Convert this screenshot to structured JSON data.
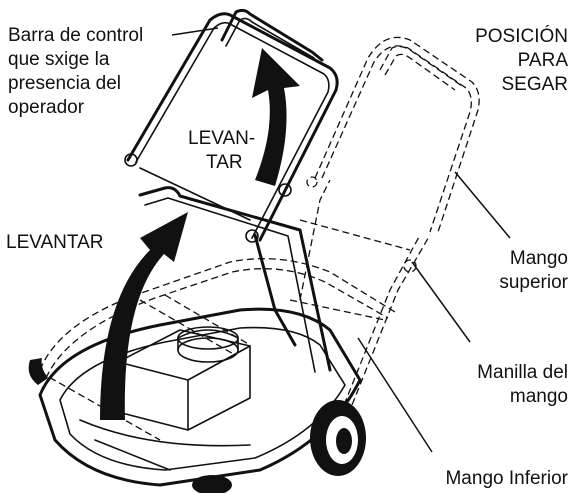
{
  "labels": {
    "control_bar": [
      "Barra de control",
      "que sxige la",
      "presencia del",
      "operador"
    ],
    "mowing_position": [
      "POSICIÓN",
      "PARA",
      "SEGAR"
    ],
    "lift_upper": [
      "LEVAN-",
      "TAR"
    ],
    "lift_left": "LEVANTAR",
    "upper_handle": [
      "Mango",
      "superior"
    ],
    "handle_knob": [
      "Manilla del",
      "mango"
    ],
    "lower_handle": "Mango Inferior"
  },
  "icons": [
    "lift-arrow-icon",
    "wheel-icon",
    "engine-icon"
  ]
}
